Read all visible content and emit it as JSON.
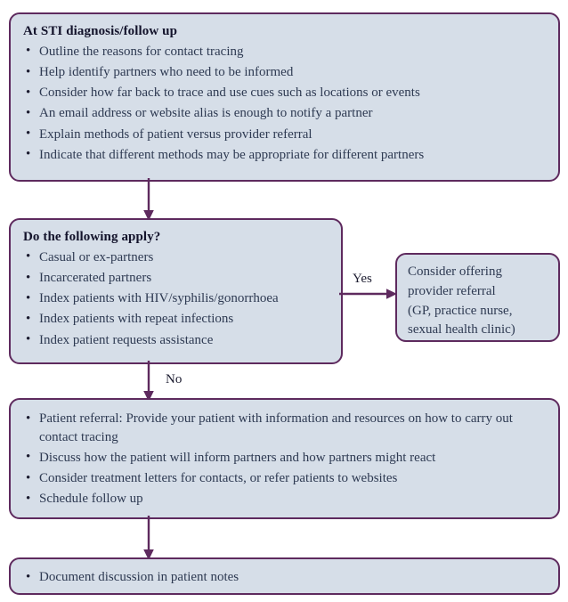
{
  "diagram": {
    "type": "flowchart",
    "orientation": "vertical",
    "colors": {
      "node_fill": "#d6dee8",
      "node_border": "#5e2a5e",
      "connector": "#5e2a5e",
      "title_text": "#13132b",
      "body_text": "#2e3a52",
      "page_background": "#ffffff"
    },
    "nodes": [
      {
        "id": "node-1",
        "shape": "rounded-rectangle",
        "title": "At STI diagnosis/follow up",
        "bullets": [
          "Outline the reasons for contact tracing",
          "Help identify partners who need to be informed",
          "Consider how far back to trace and use cues such as locations or events",
          "An email address or website alias is enough to notify a partner",
          "Explain methods of patient versus provider referral",
          "Indicate that different methods may be appropriate for different partners"
        ]
      },
      {
        "id": "node-2",
        "shape": "rounded-rectangle",
        "title": "Do the following apply?",
        "bullets": [
          "Casual or ex-partners",
          "Incarcerated partners",
          "Index patients with HIV/syphilis/gonorrhoea",
          "Index patients with repeat infections",
          "Index patient requests assistance"
        ]
      },
      {
        "id": "node-3",
        "shape": "rounded-rectangle",
        "title": "",
        "lines": [
          "Consider offering",
          "provider referral",
          "(GP, practice nurse,",
          "sexual health clinic)"
        ]
      },
      {
        "id": "node-4",
        "shape": "rounded-rectangle",
        "title": "",
        "bullets": [
          "Patient referral: Provide your patient with information and resources on how to carry out contact tracing",
          "Discuss how the patient will inform partners and how partners might react",
          "Consider treatment letters for contacts, or refer patients to websites",
          "Schedule follow up"
        ]
      },
      {
        "id": "node-5",
        "shape": "rounded-rectangle",
        "title": "",
        "bullets": [
          "Document discussion in patient notes"
        ]
      }
    ],
    "edges": [
      {
        "id": "conn-1-2",
        "from": "node-1",
        "to": "node-2",
        "label": "",
        "direction": "down"
      },
      {
        "id": "conn-2-3",
        "from": "node-2",
        "to": "node-3",
        "label": "Yes",
        "direction": "right"
      },
      {
        "id": "conn-2-4",
        "from": "node-2",
        "to": "node-4",
        "label": "No",
        "direction": "down"
      },
      {
        "id": "conn-4-5",
        "from": "node-4",
        "to": "node-5",
        "label": "",
        "direction": "down"
      }
    ],
    "labels": {
      "yes": "Yes",
      "no": "No"
    }
  }
}
